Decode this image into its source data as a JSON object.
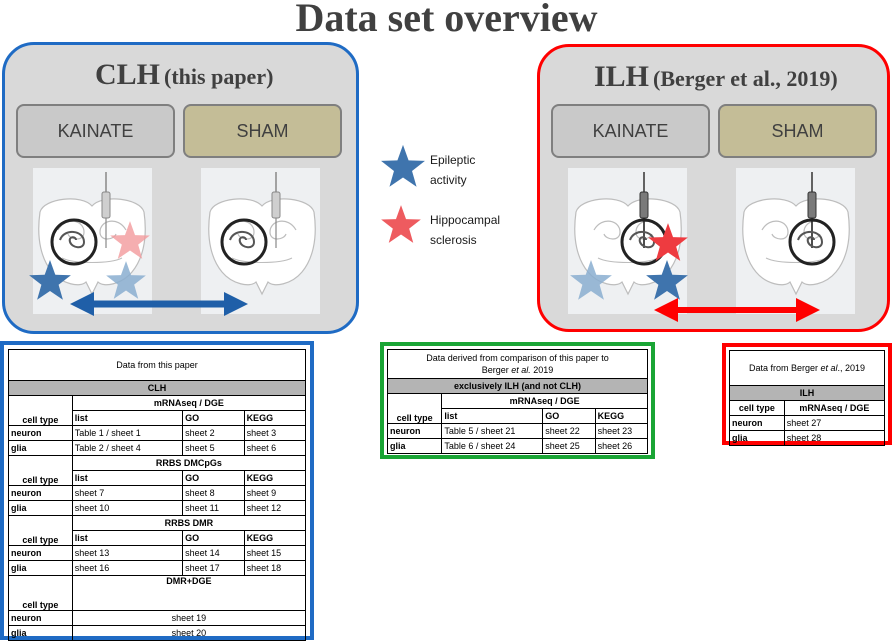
{
  "title": "Data set overview",
  "clh_panel": {
    "name": "CLH",
    "source": "(this paper)",
    "kainate": "KAINATE",
    "sham": "SHAM"
  },
  "ilh_panel": {
    "name": "ILH",
    "source": "(Berger et al., 2019)",
    "kainate": "KAINATE",
    "sham": "SHAM"
  },
  "legend": {
    "epileptic": [
      "Epileptic",
      "activity"
    ],
    "sclerosis": [
      "Hippocampal",
      "sclerosis"
    ]
  },
  "colors": {
    "clh_border": "#1f6bc4",
    "ilh_border": "#ff0000",
    "middle_border": "#1aa535",
    "blue_star": "#3f74ad",
    "red_star": "#ee5b5f"
  },
  "clh_table": {
    "header": "Data from this paper",
    "group": "CLH",
    "sections": [
      {
        "method": "mRNAseq / DGE",
        "cols": [
          "cell type",
          "list",
          "GO",
          "KEGG"
        ],
        "rows": [
          [
            "neuron",
            "Table 1 / sheet 1",
            "sheet 2",
            "sheet 3"
          ],
          [
            "glia",
            "Table 2 / sheet 4",
            "sheet 5",
            "sheet 6"
          ]
        ]
      },
      {
        "method": "RRBS DMCpGs",
        "cols": [
          "cell type",
          "list",
          "GO",
          "KEGG"
        ],
        "rows": [
          [
            "neuron",
            "sheet 7",
            "sheet 8",
            "sheet 9"
          ],
          [
            "glia",
            "sheet 10",
            "sheet 11",
            "sheet 12"
          ]
        ]
      },
      {
        "method": "RRBS DMR",
        "cols": [
          "cell type",
          "list",
          "GO",
          "KEGG"
        ],
        "rows": [
          [
            "neuron",
            "sheet 13",
            "sheet 14",
            "sheet 15"
          ],
          [
            "glia",
            "sheet 16",
            "sheet 17",
            "sheet 18"
          ]
        ]
      }
    ],
    "dmr_dge": {
      "method": "DMR+DGE",
      "col": "cell type",
      "rows": [
        [
          "neuron",
          "sheet 19"
        ],
        [
          "glia",
          "sheet 20"
        ]
      ]
    }
  },
  "middle_table": {
    "header_line1": "Data derived from comparison of this paper to",
    "header_line2_pre": "Berger ",
    "header_line2_em": "et al.",
    "header_line2_post": " 2019",
    "group": "exclusively ILH (and not CLH)",
    "method": "mRNAseq / DGE",
    "cols": [
      "cell type",
      "list",
      "GO",
      "KEGG"
    ],
    "rows": [
      [
        "neuron",
        "Table 5 / sheet 21",
        "sheet 22",
        "sheet 23"
      ],
      [
        "glia",
        "Table 6 / sheet 24",
        "sheet 25",
        "sheet 26"
      ]
    ]
  },
  "ilh_table": {
    "header_pre": "Data from Berger ",
    "header_em": "et al",
    "header_post": "., 2019",
    "group": "ILH",
    "cols": [
      "cell type",
      "mRNAseq / DGE"
    ],
    "rows": [
      [
        "neuron",
        "sheet 27"
      ],
      [
        "glia",
        "sheet 28"
      ]
    ]
  }
}
